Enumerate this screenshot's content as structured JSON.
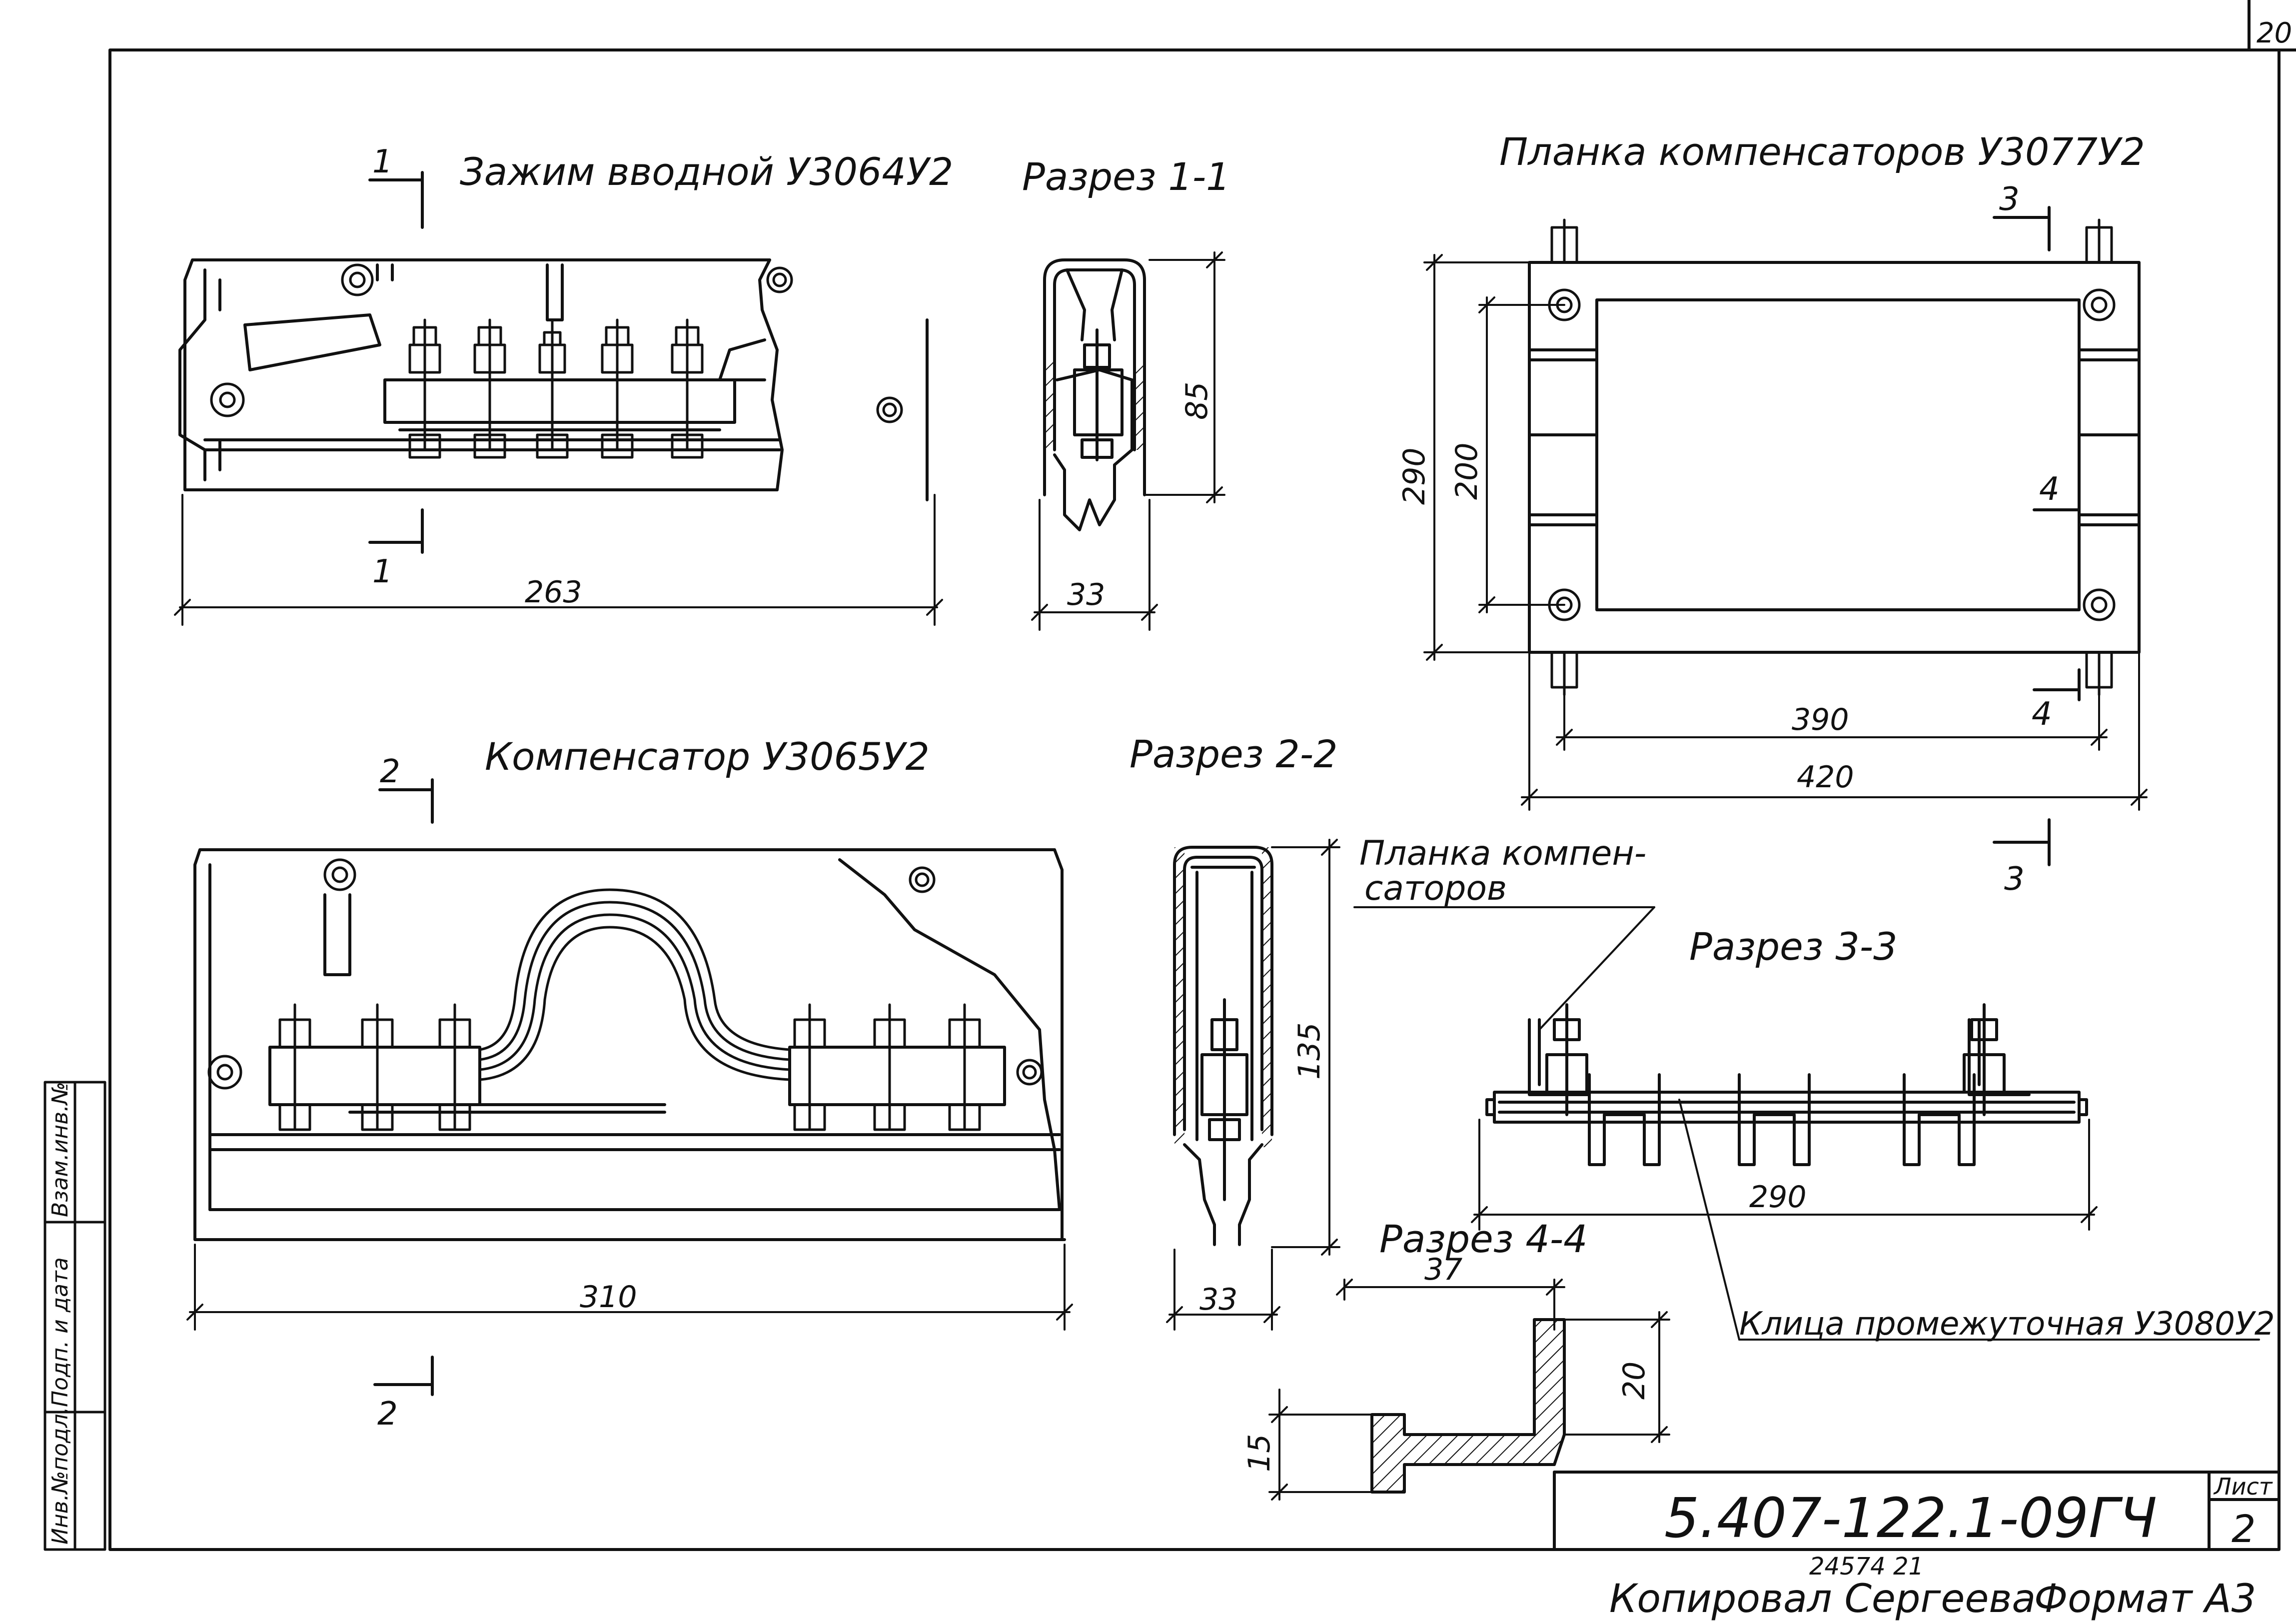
{
  "sheet": {
    "page_corner": "20",
    "document_code": "5.407-122.1-09ГЧ",
    "sheet_label": "Лист",
    "sheet_number": "2",
    "archive_number": "24574  21",
    "copied_by": "Копировал Сергеева",
    "format": "Формат А3",
    "side_stamp": [
      "Инв.№подл.",
      "Подп. и дата",
      "Взам.инв.№"
    ]
  },
  "views": {
    "clamp_title": "Зажим вводной У3064У2",
    "section_1_title": "Разрез 1-1",
    "bar_title": "Планка компенсаторов У3077У2",
    "comp_title": "Компенсатор У3065У2",
    "section_2_title": "Разрез 2-2",
    "section_3_title": "Разрез 3-3",
    "section_4_title": "Разрез 4-4",
    "leader_bar_1": "Планка компен-",
    "leader_bar_2": "саторов",
    "leader_clip": "Клица промежуточная У3080У2"
  },
  "dimensions": {
    "clamp_width": "263",
    "s1_width": "33",
    "s1_height": "85",
    "bar_height_outer": "290",
    "bar_height_inner": "200",
    "bar_width_inner": "390",
    "bar_width_outer": "420",
    "comp_width": "310",
    "s2_width": "33",
    "s2_height": "135",
    "s3_length": "290",
    "s4_width": "37",
    "s4_height": "20",
    "s4_thickness": "15"
  },
  "section_marks": {
    "m1": "1",
    "m2": "2",
    "m3": "3",
    "m4": "4"
  }
}
